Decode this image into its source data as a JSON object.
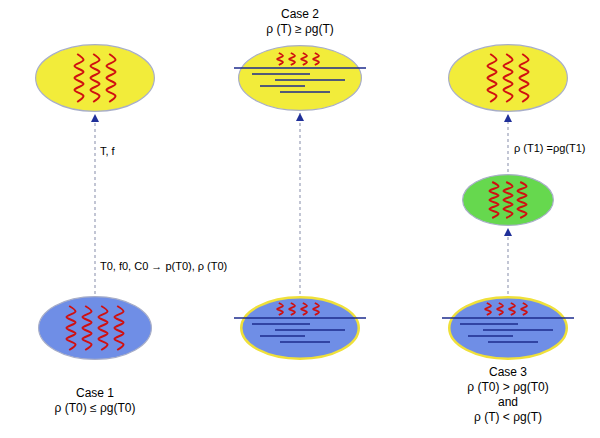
{
  "diagram": {
    "nodes": [
      {
        "text": []
      },
      {
        "text": [
          "Case 2",
          "ρ (T) ≥ ρg(T)"
        ]
      },
      {
        "text": []
      },
      {
        "text": []
      },
      {
        "text": [
          "Case 1",
          "ρ (T0) ≤ ρg(T0)"
        ]
      },
      {
        "text": []
      },
      {
        "text": [
          "Case 3",
          "ρ (T0) > ρg(T0)",
          "and",
          "ρ (T) < ρg(T)"
        ]
      }
    ],
    "edges": [
      {
        "from": 4,
        "to": 0,
        "arrow": "to",
        "label": "T0, f0, C0 → p(T0), ρ (T0)"
      },
      {
        "from": 5,
        "to": 1,
        "arrow": "to"
      },
      {
        "from": 6,
        "to": 3,
        "arrow": "to"
      },
      {
        "from": 3,
        "to": 2,
        "arrow": "to",
        "label": "ρ (T1) =ρg(T1)"
      }
    ],
    "labels": [
      "T, f"
    ]
  }
}
